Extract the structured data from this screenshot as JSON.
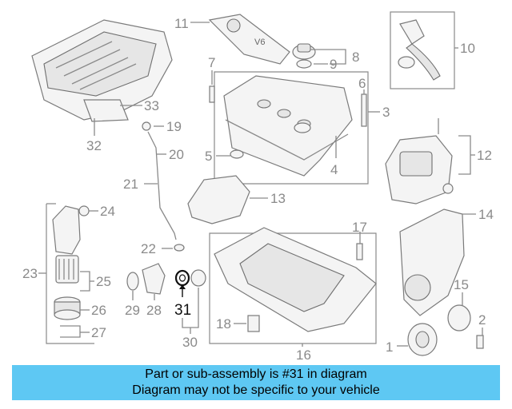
{
  "diagram": {
    "callouts": [
      "1",
      "2",
      "3",
      "4",
      "5",
      "6",
      "7",
      "8",
      "9",
      "10",
      "11",
      "12",
      "13",
      "14",
      "15",
      "16",
      "17",
      "18",
      "19",
      "20",
      "21",
      "22",
      "23",
      "24",
      "25",
      "26",
      "27",
      "28",
      "29",
      "30",
      "31",
      "32",
      "33"
    ],
    "highlighted": "31",
    "cover_badge": "V6"
  },
  "caption": {
    "line1": "Part or sub-assembly is #31 in diagram",
    "line2": "Diagram may not be specific to your vehicle"
  },
  "colors": {
    "caption_bg": "#5ec8f3",
    "highlight_text": "#111111",
    "label_text": "#8a8a8a"
  }
}
